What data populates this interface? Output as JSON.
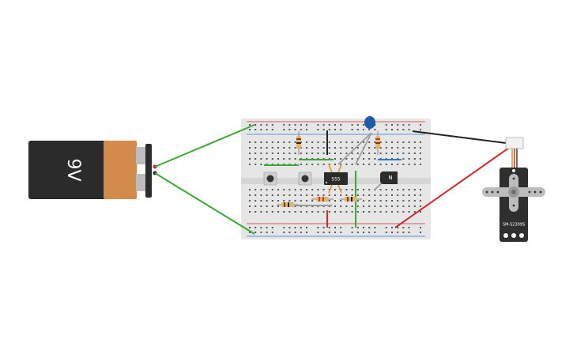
{
  "battery": {
    "label": "9V"
  },
  "ic": {
    "label": "555"
  },
  "transistor": {
    "label": "N"
  },
  "servo": {
    "label": "SM-S2309S"
  },
  "colors": {
    "background": "#ffffff",
    "battery_body": "#2b2b2b",
    "battery_band": "#d48a4a",
    "breadboard": "#e6e6e6",
    "wire_green": "#3aaa35",
    "wire_red": "#d22a2a",
    "wire_black": "#222222",
    "wire_blue": "#2a7bd2",
    "capacitor": "#1e5aa8",
    "servo_body": "#2f2f2f"
  }
}
